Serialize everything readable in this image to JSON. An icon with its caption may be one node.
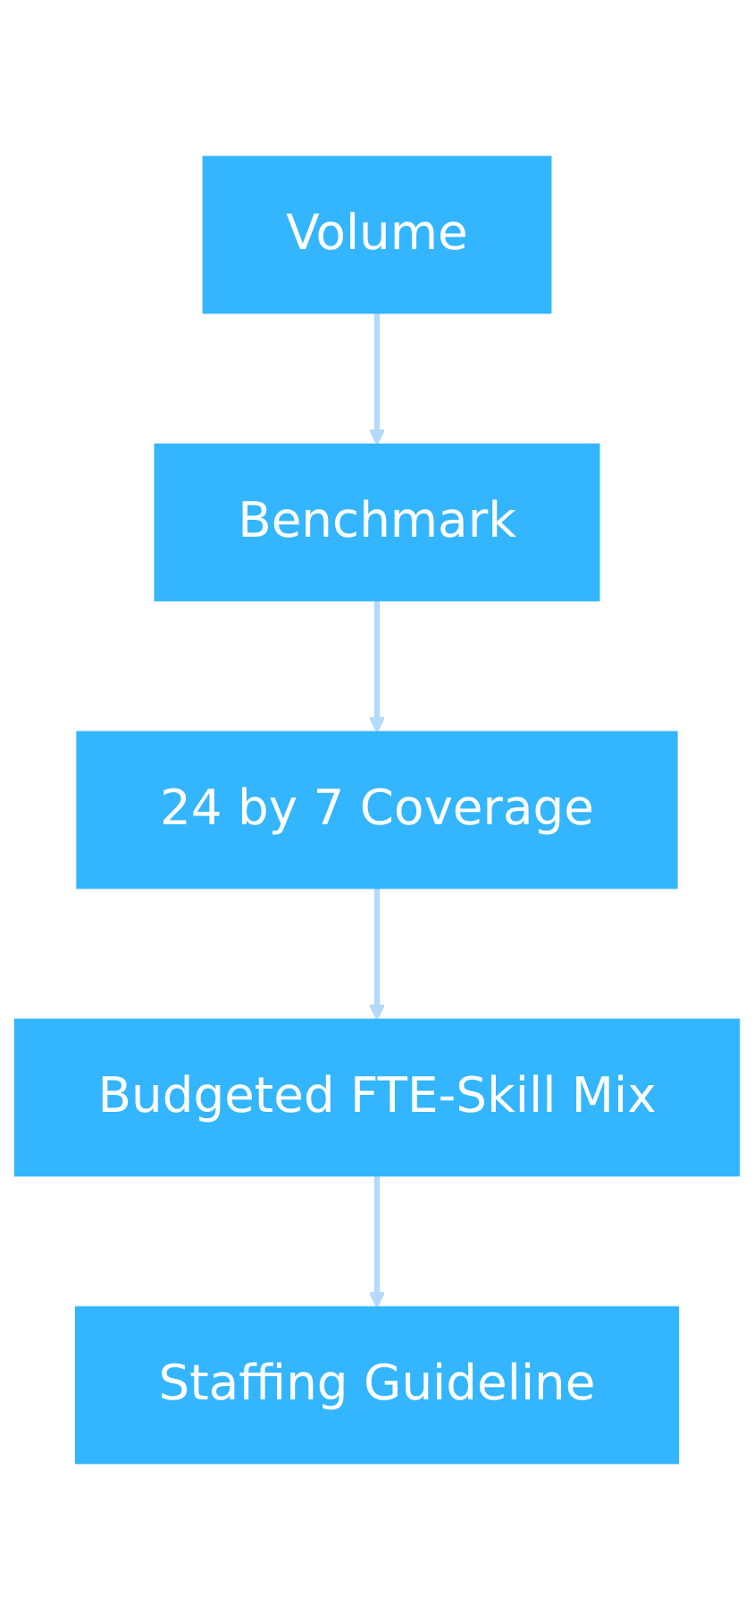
{
  "diagram": {
    "nodes": [
      {
        "text": [
          "Volume"
        ]
      },
      {
        "text": [
          "Benchmark"
        ]
      },
      {
        "text": [
          "24 by 7 Coverage"
        ]
      },
      {
        "text": [
          "Budgeted FTE-Skill Mix"
        ]
      },
      {
        "text": [
          "Staffing Guideline"
        ]
      }
    ],
    "edges": [
      {
        "from": 0,
        "to": 1,
        "arrow": "to"
      },
      {
        "from": 1,
        "to": 2,
        "arrow": "to"
      },
      {
        "from": 2,
        "to": 3,
        "arrow": "to"
      },
      {
        "from": 3,
        "to": 4,
        "arrow": "to"
      }
    ]
  }
}
